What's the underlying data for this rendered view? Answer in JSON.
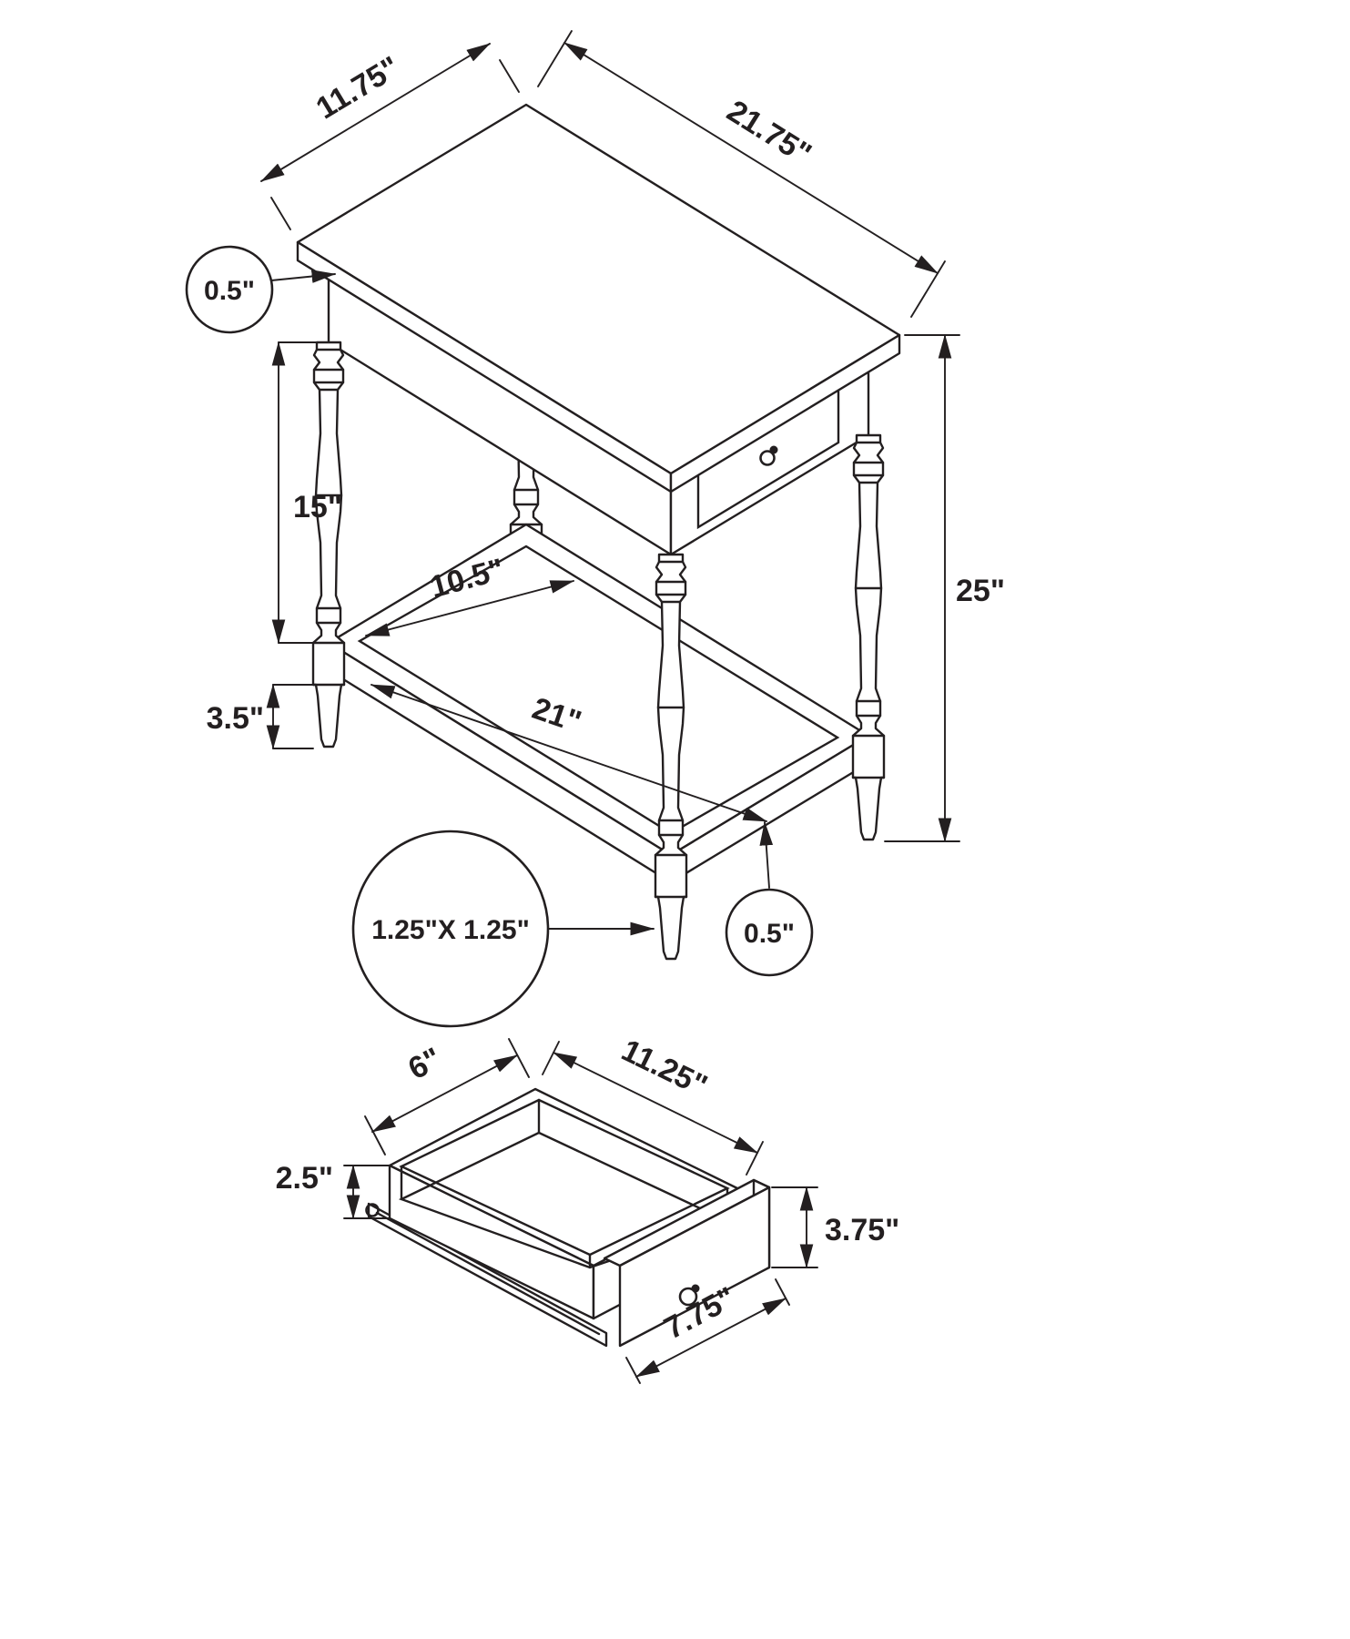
{
  "page": {
    "background": "#ffffff",
    "line_color": "#231f20",
    "description": "Accent table dimension diagram with drawer detail"
  },
  "main_diagram": {
    "labels": {
      "top_depth": "11.75\"",
      "top_length": "21.75\"",
      "top_thickness": "0.5\"",
      "leg_height": "15\"",
      "overall_height": "25\"",
      "shelf_depth": "10.5\"",
      "shelf_length": "21\"",
      "shelf_clearance": "3.5\"",
      "leg_post_size": "1.25\"X 1.25\"",
      "shelf_thickness": "0.5\""
    }
  },
  "drawer_diagram": {
    "labels": {
      "inner_width": "6\"",
      "inner_length": "11.25\"",
      "inner_height": "2.5\"",
      "front_height": "3.75\"",
      "front_width": "7.75\""
    }
  }
}
